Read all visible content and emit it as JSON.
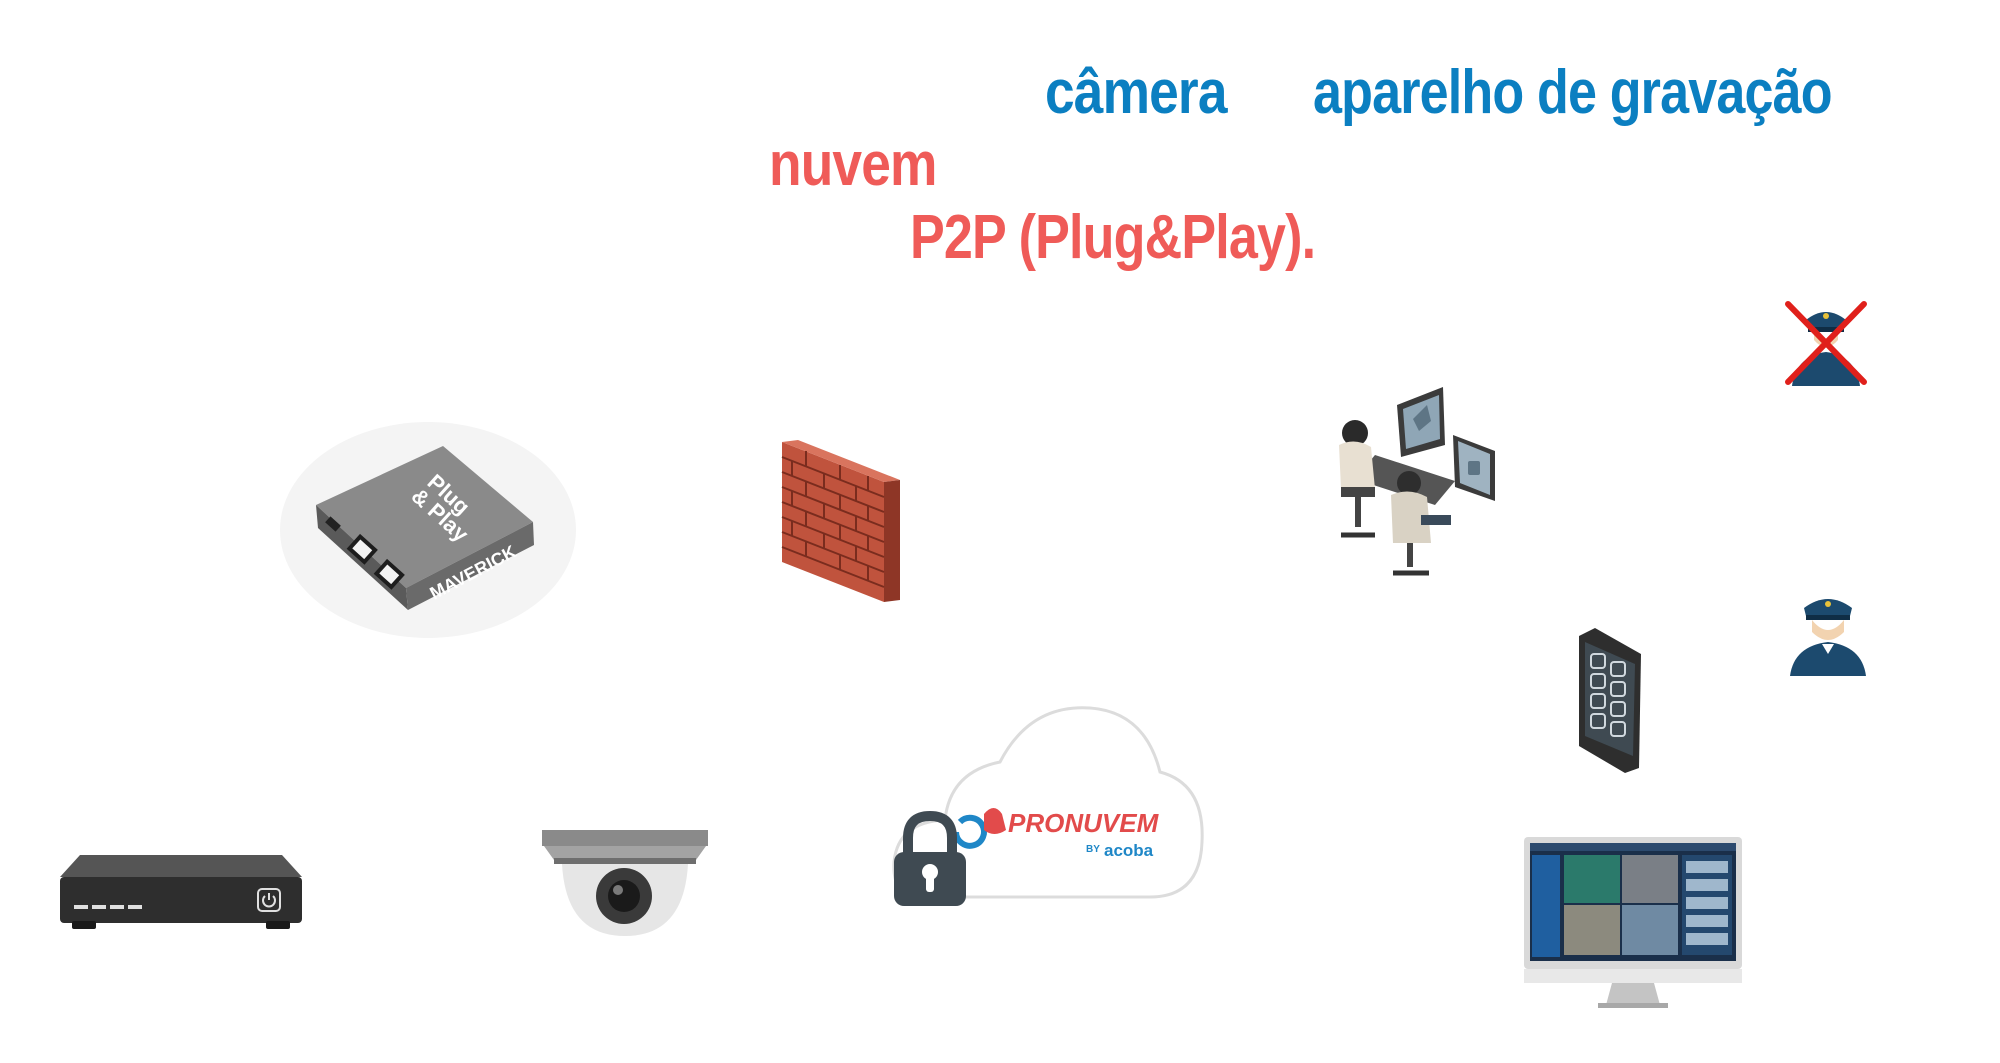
{
  "headlines": {
    "camera": "câmera",
    "recorder": "aparelho de gravação",
    "cloud": "nuvem",
    "p2p": "P2P (Plug&Play)."
  },
  "colors": {
    "blue_text": "#0b7fc1",
    "red_text": "#ef5b58",
    "device_dark": "#3b3b3b",
    "brick": "#b34a36",
    "police_blue": "#1c4a6e",
    "cross_red": "#e0201b",
    "lock_dark": "#3f4a52"
  },
  "devices": {
    "maverick": {
      "top_label_line1": "Plug",
      "top_label_line2": "& Play",
      "side_label": "MAVERICK"
    },
    "cloud_logo": {
      "brand": "PRONUVEM",
      "by": "BY",
      "company": "acoba"
    },
    "icons": [
      "police-crossed-icon",
      "operators-icon",
      "firewall-icon",
      "police-icon",
      "phone-icon",
      "cloud-icon",
      "lock-icon",
      "dvr-icon",
      "dome-camera-icon",
      "monitor-icon"
    ]
  }
}
